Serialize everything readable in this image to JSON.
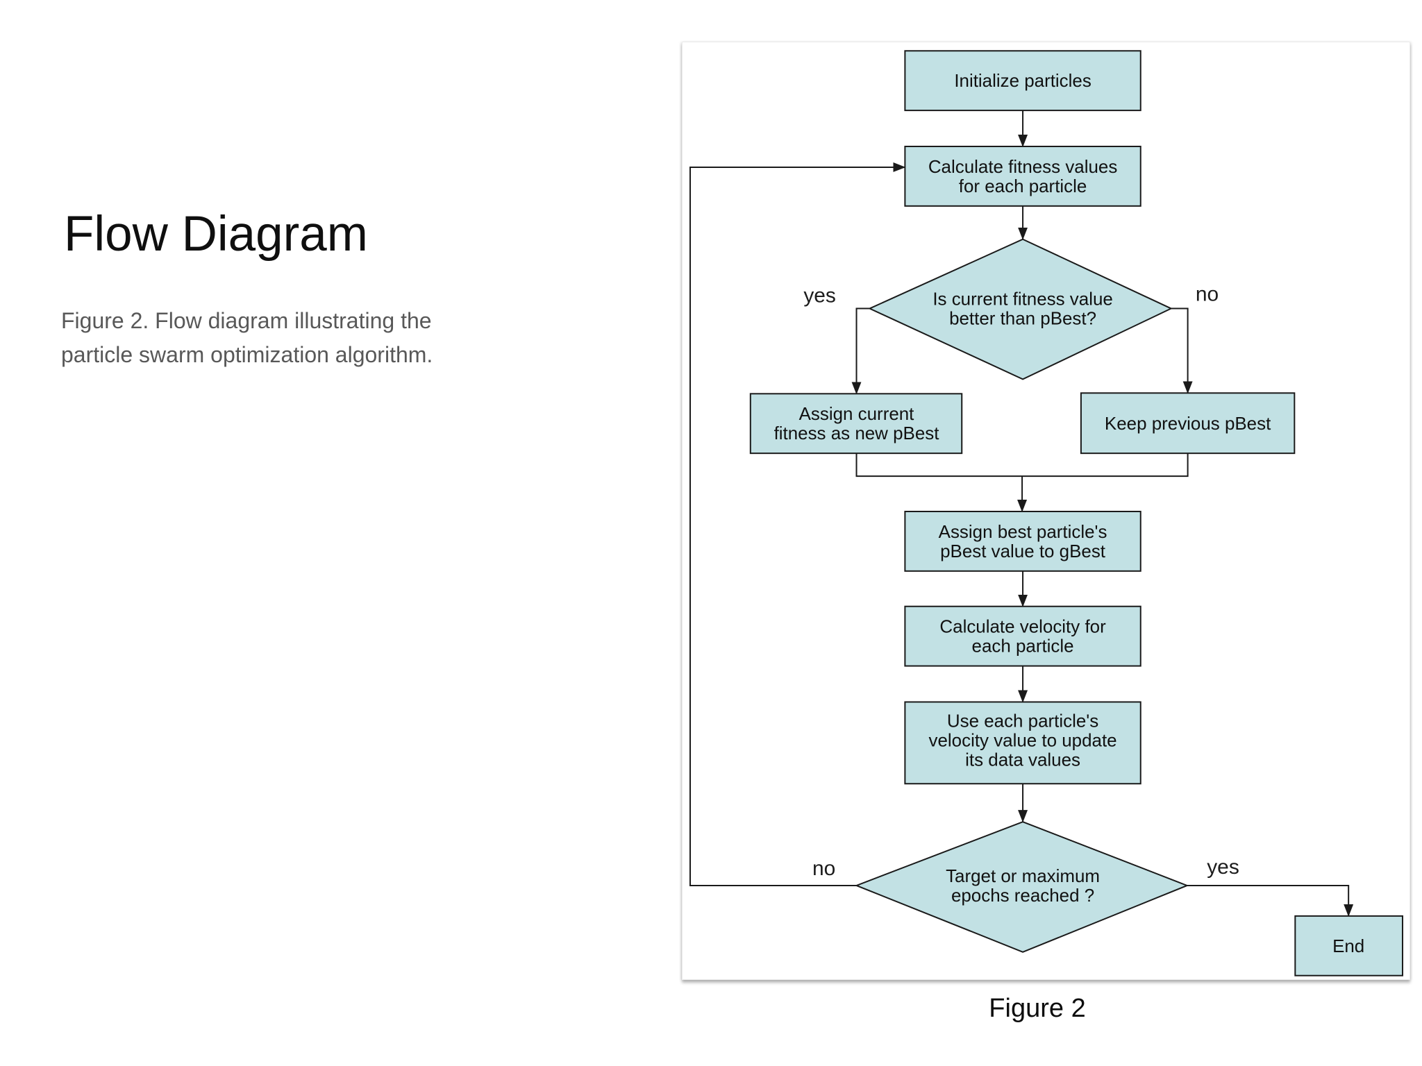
{
  "left_panel": {
    "title": "Flow Diagram",
    "caption": [
      "Figure 2. Flow diagram illustrating the",
      "particle swarm optimization algorithm."
    ]
  },
  "figure": {
    "label": "Figure 2",
    "colors": {
      "node_fill": "#c2e1e4",
      "node_stroke": "#1a1a1a"
    },
    "nodes": {
      "initialize": [
        "Initialize particles"
      ],
      "calc_fitness": [
        "Calculate fitness values",
        "for each particle"
      ],
      "fitness_check": [
        "Is current fitness value",
        "better than pBest?"
      ],
      "assign_current": [
        "Assign current",
        "fitness as new pBest"
      ],
      "keep_previous": [
        "Keep previous pBest"
      ],
      "assign_best": [
        "Assign best particle's",
        "pBest value to gBest"
      ],
      "calc_velocity": [
        "Calculate velocity for",
        "each particle"
      ],
      "update_values": [
        "Use each particle's",
        "velocity value to update",
        "its data values"
      ],
      "epoch_check": [
        "Target or maximum",
        "epochs reached ?"
      ],
      "end": [
        "End"
      ]
    },
    "edge_labels": {
      "fitness_yes": "yes",
      "fitness_no": "no",
      "epoch_no": "no",
      "epoch_yes": "yes"
    }
  }
}
